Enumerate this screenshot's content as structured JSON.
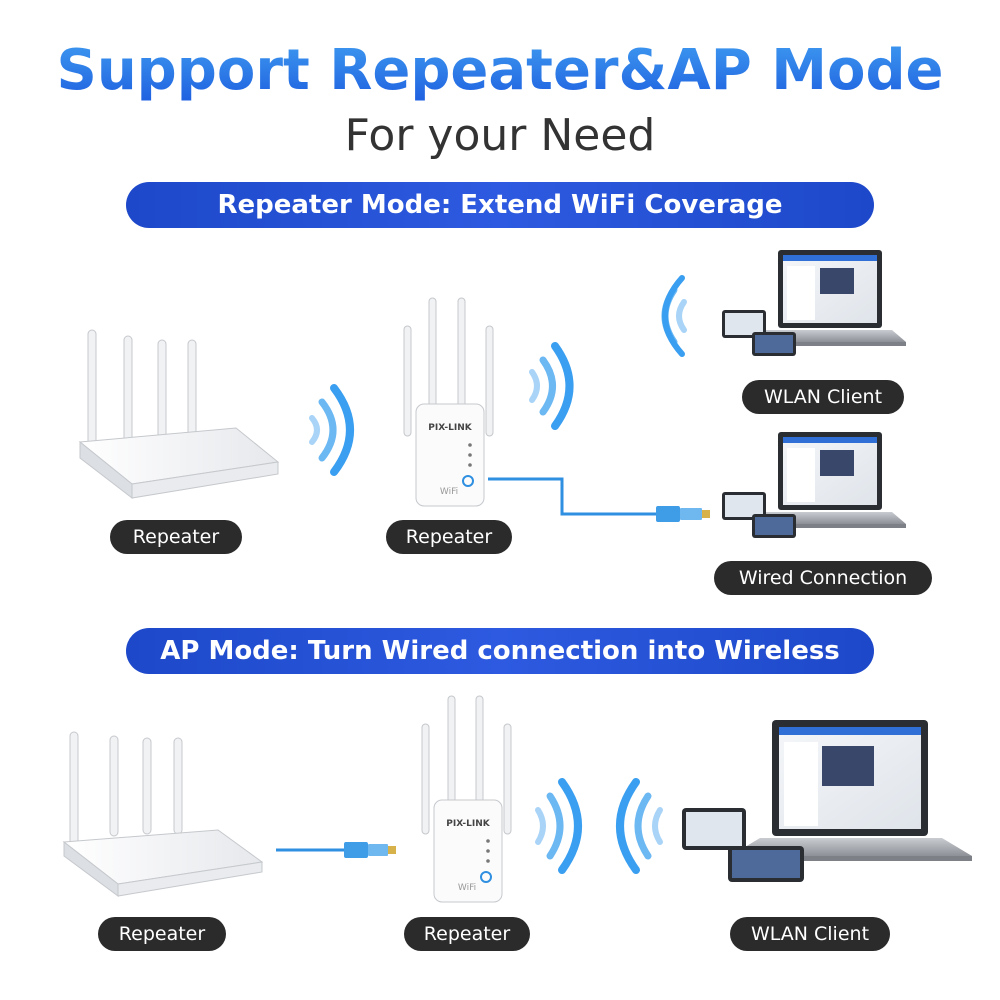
{
  "header": {
    "title": "Support Repeater&AP Mode",
    "subtitle": "For your Need"
  },
  "repeater_mode": {
    "banner": "Repeater Mode: Extend WiFi Coverage",
    "labels": {
      "router": "Repeater",
      "extender": "Repeater",
      "wlan_client": "WLAN Client",
      "wired": "Wired Connection"
    }
  },
  "ap_mode": {
    "banner": "AP Mode: Turn Wired connection into Wireless",
    "labels": {
      "router": "Repeater",
      "extender": "Repeater",
      "wlan_client": "WLAN Client"
    }
  },
  "device": {
    "brand": "PIX-LINK",
    "wifi_logo": "WiFi"
  },
  "colors": {
    "accent_blue": "#2a55d6",
    "signal_blue": "#3aa0f0",
    "cable_blue": "#2f8fe0",
    "pill_dark": "#2b2b2b"
  }
}
